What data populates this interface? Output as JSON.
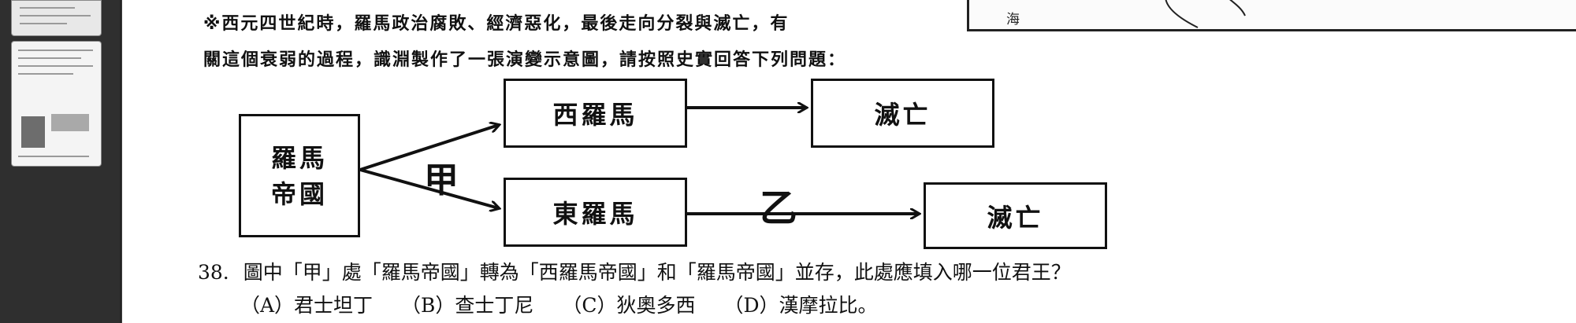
{
  "document": {
    "intro_line_1": "※西元四世紀時，羅馬政治腐敗、經濟惡化，最後走向分裂與滅亡，有",
    "intro_line_2": "關這個衰弱的過程，識淵製作了一張演變示意圖，請按照史實回答下列問題：",
    "map_fragment_label": "海"
  },
  "diagram": {
    "roman_empire_line_1": "羅馬",
    "roman_empire_line_2": "帝國",
    "west_rome": "西羅馬",
    "east_rome": "東羅馬",
    "west_fall": "滅亡",
    "east_fall": "滅亡",
    "marker_jia": "甲",
    "marker_yi": "乙"
  },
  "question": {
    "number": "38.",
    "text": "圖中「甲」處「羅馬帝國」轉為「西羅馬帝國」和「羅馬帝國」並存，此處應填入哪一位君王？",
    "options": [
      "（A）君士坦丁",
      "（B）查士丁尼",
      "（C）狄奧多西",
      "（D）漢摩拉比。"
    ]
  }
}
